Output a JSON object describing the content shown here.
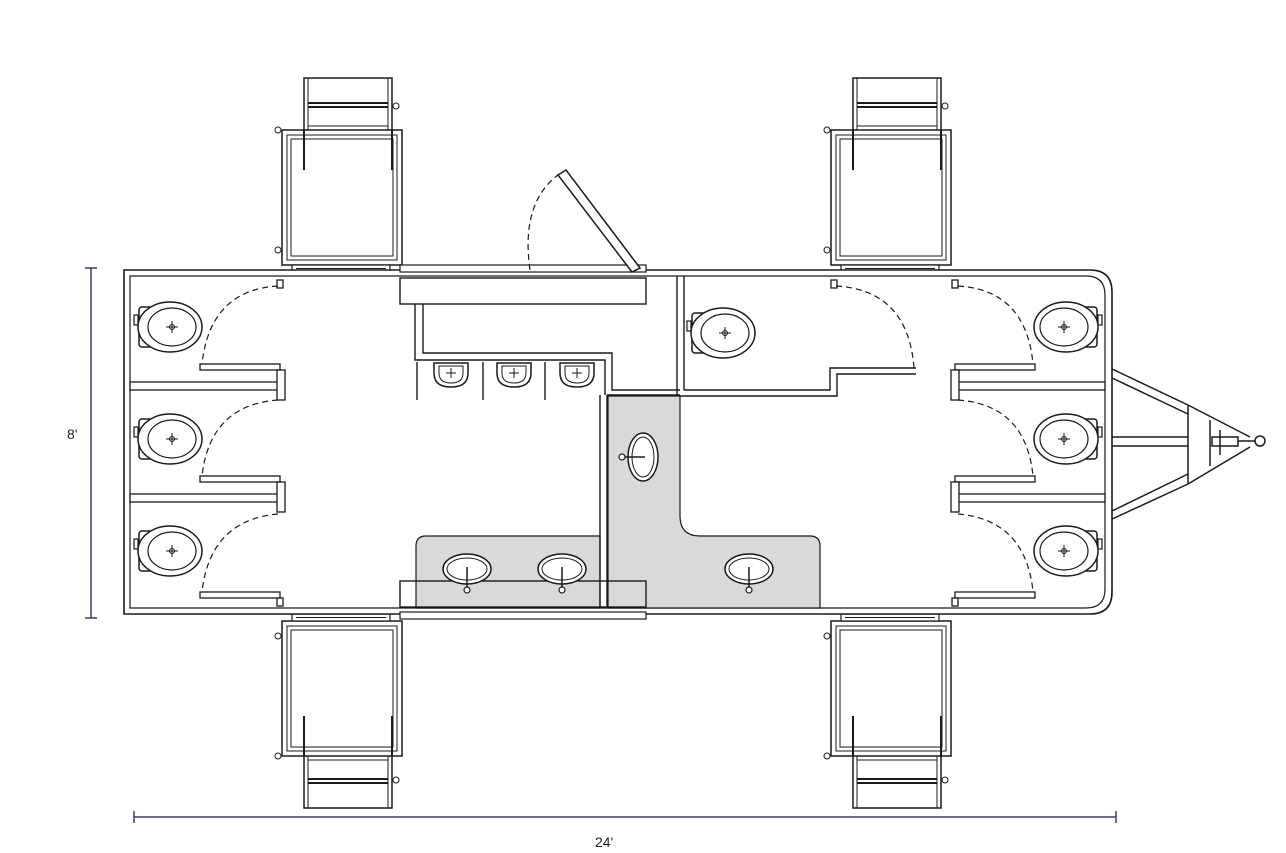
{
  "dimensions": {
    "width_label": "24'",
    "height_label": "8'"
  },
  "colors": {
    "line": "#1a1a1a",
    "dimension_line": "#3a3f6e",
    "counter_fill": "#d9d9d9",
    "background": "#ffffff"
  },
  "fixtures": {
    "toilets": 7,
    "urinals": 3,
    "sinks": 4,
    "entry_stairs": 4,
    "entry_doors": 1
  }
}
